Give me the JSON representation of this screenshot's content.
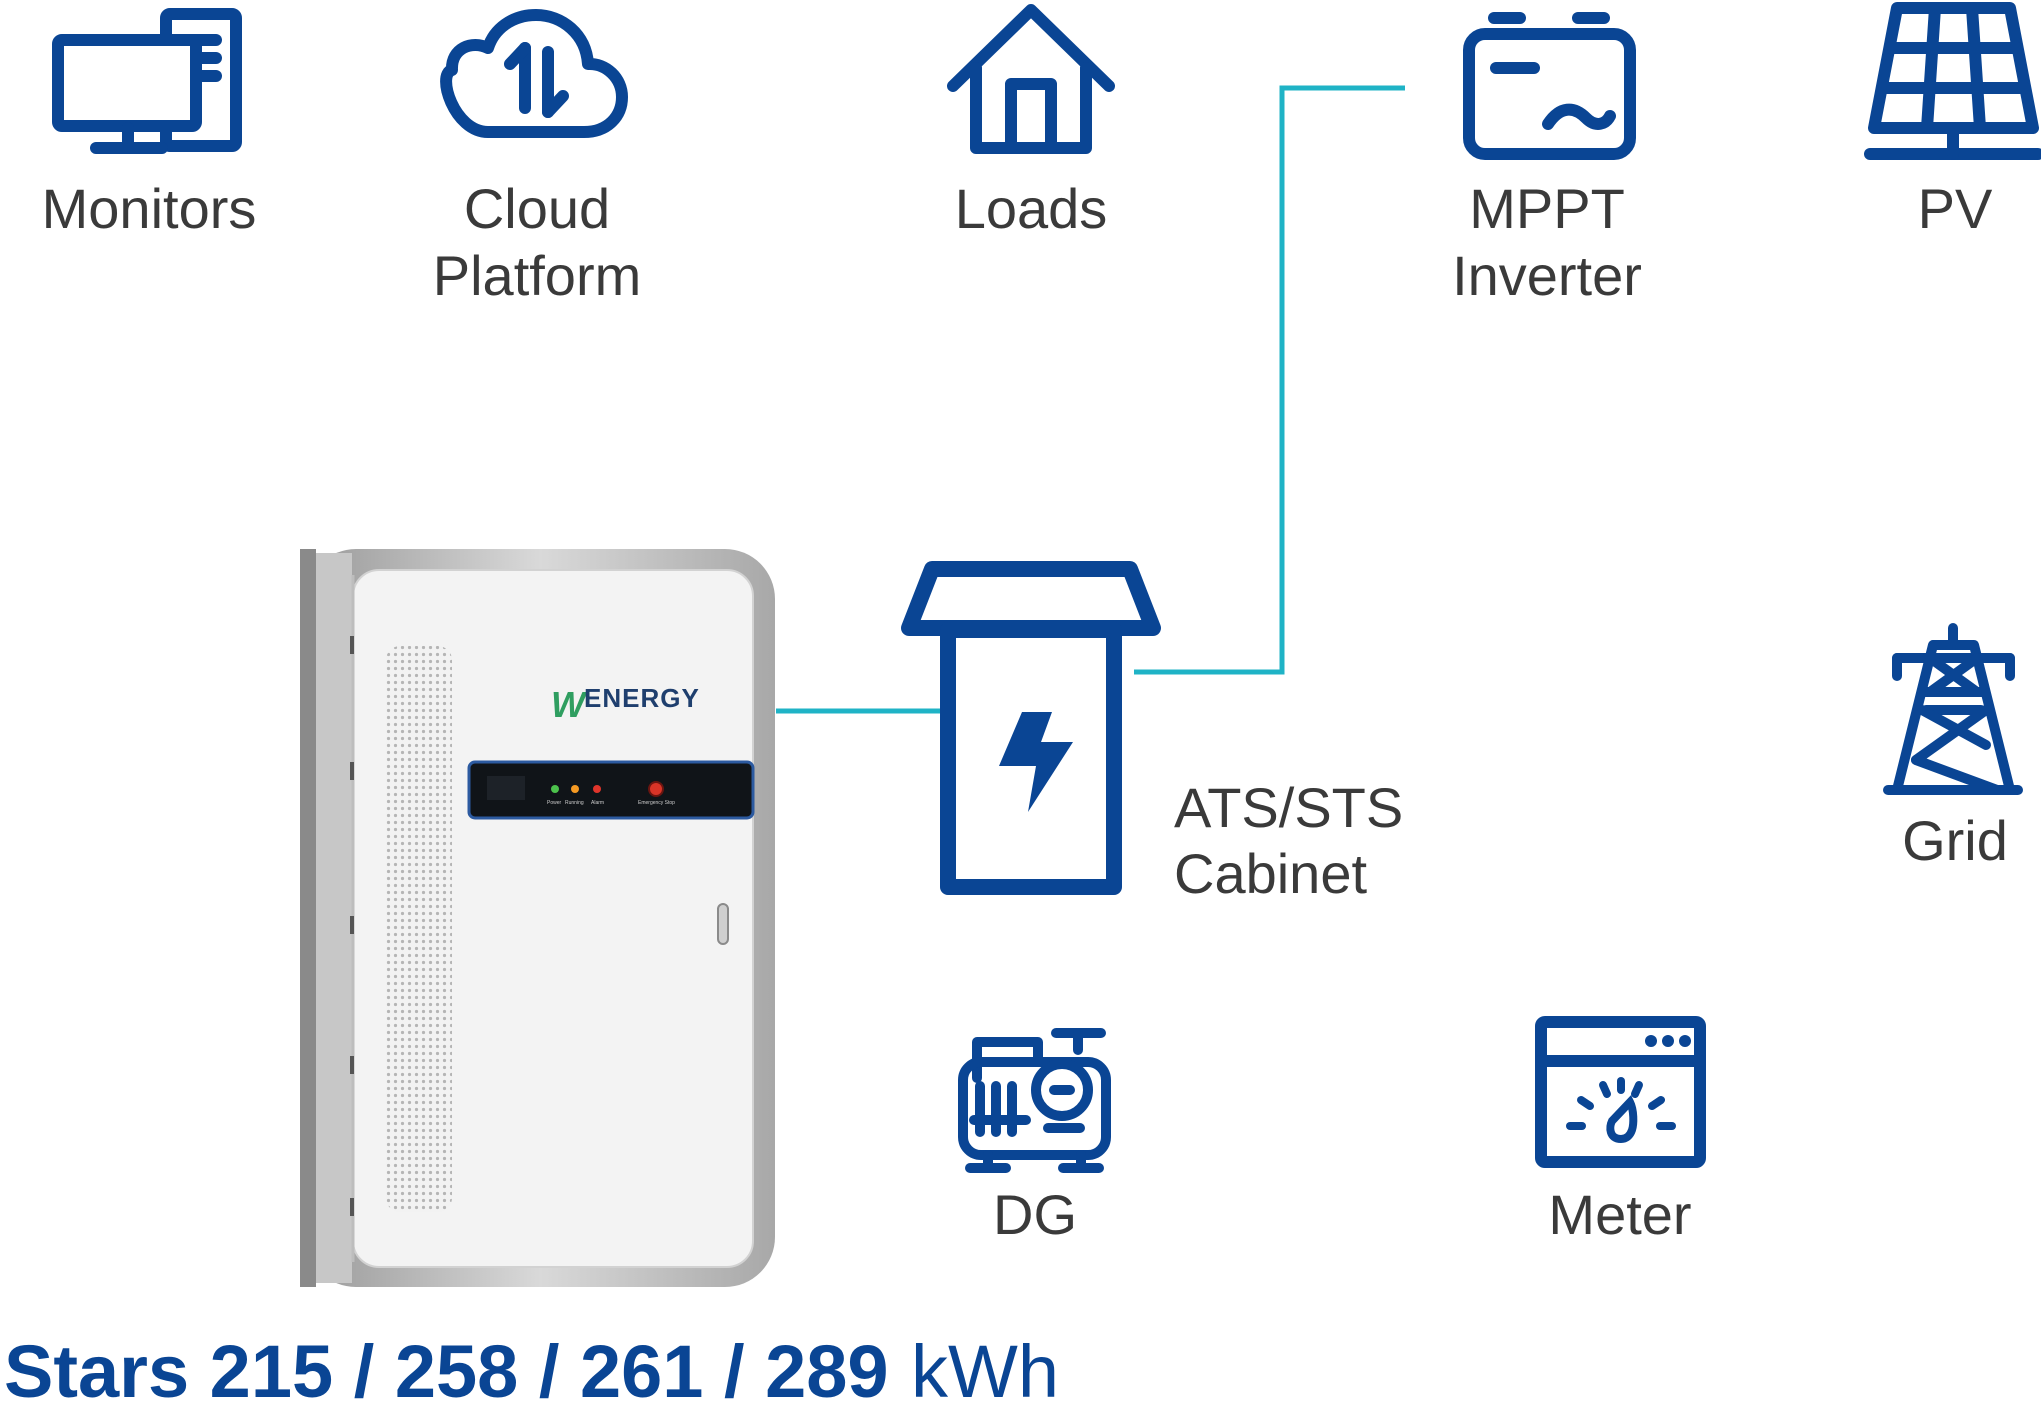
{
  "nodes": {
    "monitors": "Monitors",
    "cloud_line1": "Cloud",
    "cloud_line2": "Platform",
    "loads": "Loads",
    "mppt_line1": "MPPT",
    "mppt_line2": "Inverter",
    "pv": "PV",
    "ats_line1": "ATS/STS",
    "ats_line2": "Cabinet",
    "grid": "Grid",
    "dg": "DG",
    "meter": "Meter"
  },
  "product": {
    "brand": "ENERGY",
    "brand_mark": "W",
    "indicators": [
      "Power",
      "Running",
      "Alarm"
    ],
    "emergency": "Emergency Stop"
  },
  "title": {
    "model": "Stars 215 / 258 / 261 / 289",
    "unit": "kWh"
  },
  "colors": {
    "icon_blue": "#0a4594",
    "line_teal": "#1fb3c6",
    "line_green": "#6abf3f"
  }
}
